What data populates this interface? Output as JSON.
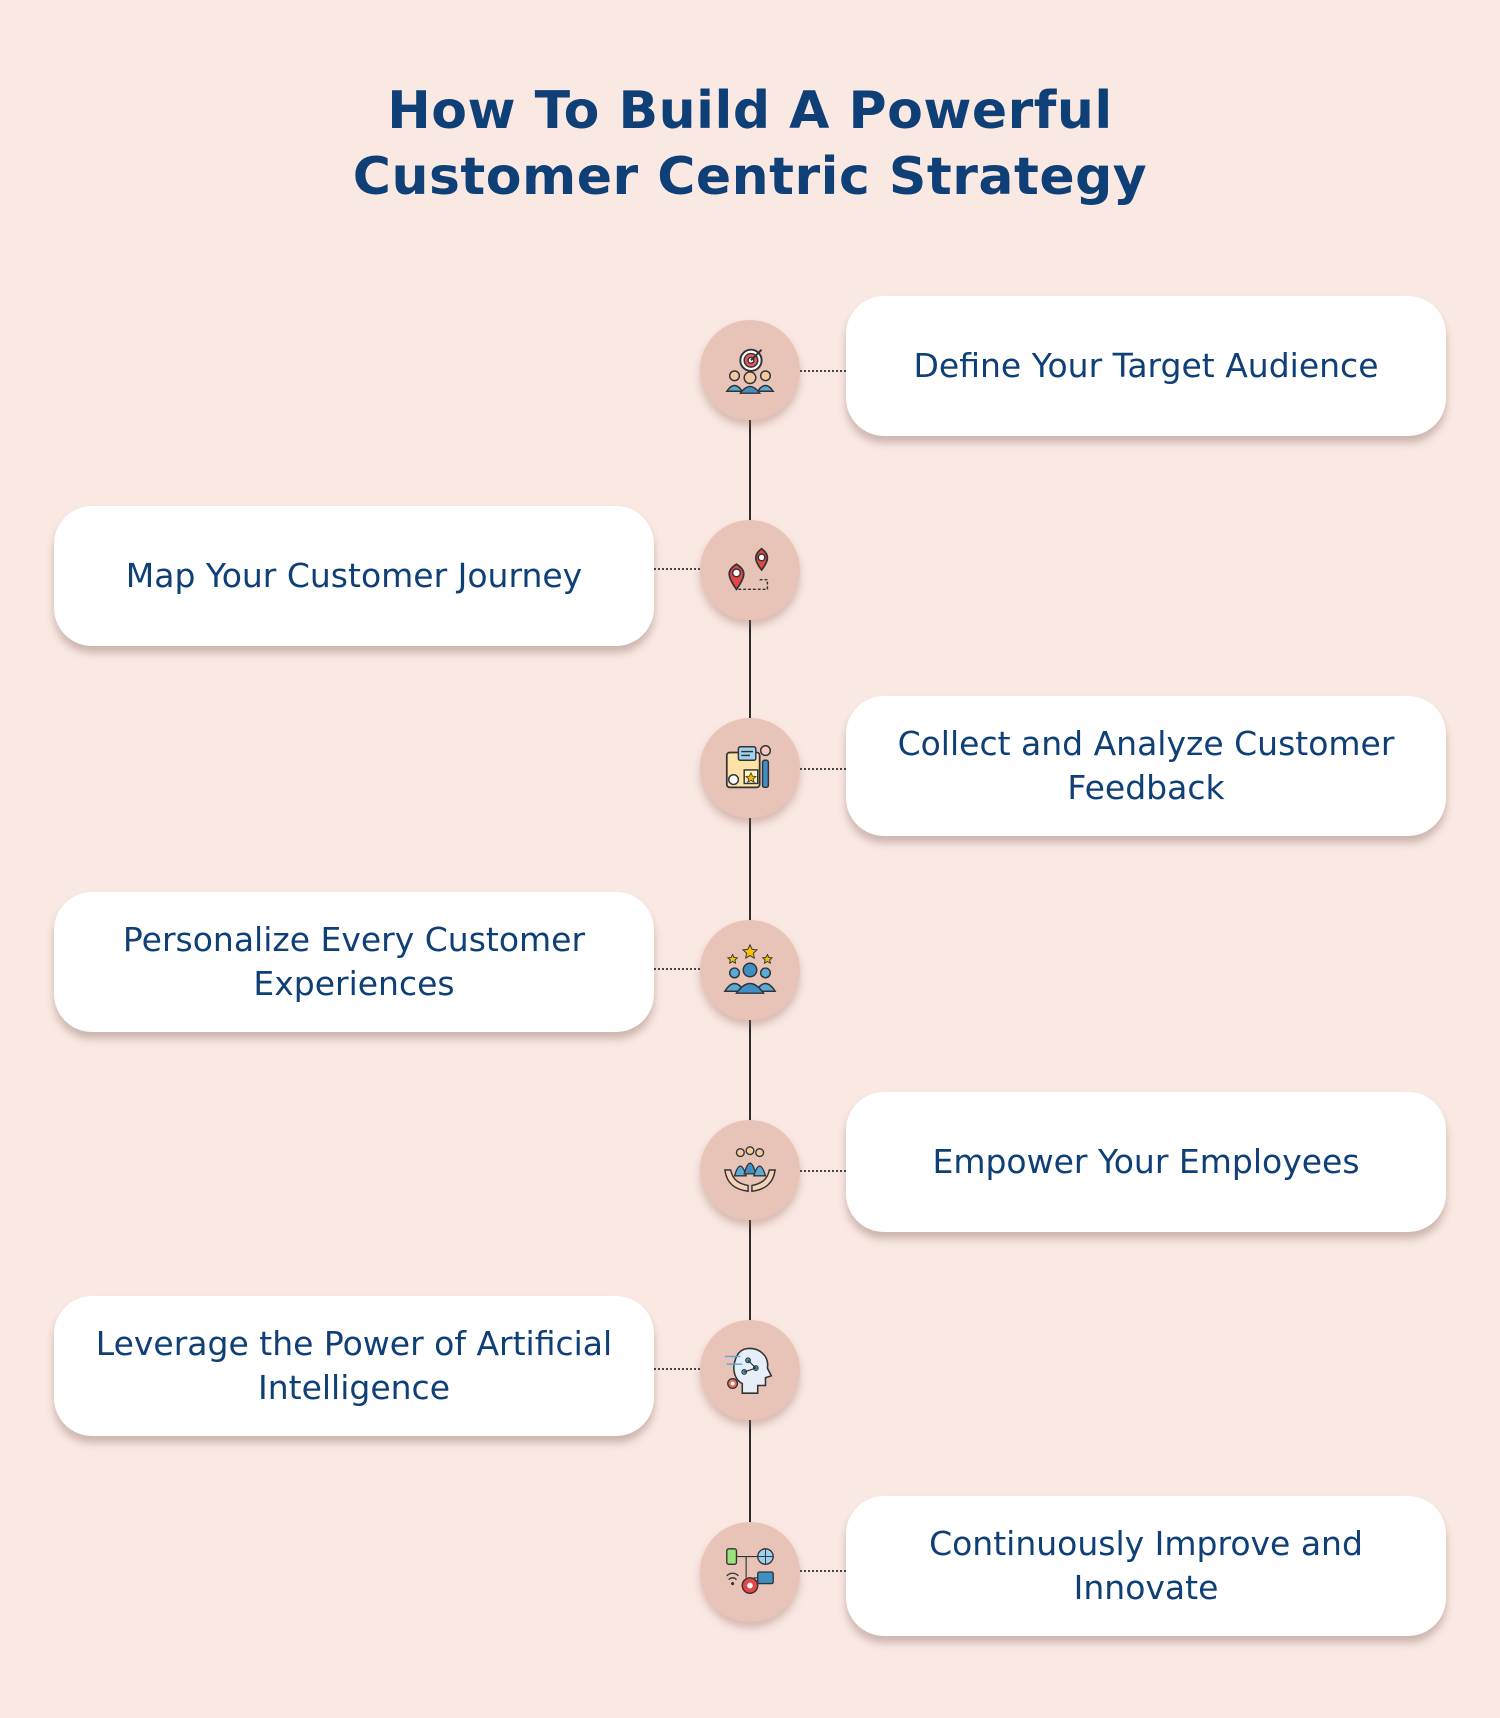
{
  "title": {
    "line1": "How To Build A Powerful",
    "line2": "Customer Centric Strategy"
  },
  "steps": [
    {
      "label": "Define Your Target Audience",
      "icon": "target-audience-icon",
      "side": "right"
    },
    {
      "label": "Map Your Customer Journey",
      "icon": "map-pins-icon",
      "side": "left"
    },
    {
      "label": "Collect and Analyze Customer Feedback",
      "icon": "feedback-board-icon",
      "side": "right"
    },
    {
      "label": "Personalize Every Customer Experiences",
      "icon": "people-stars-icon",
      "side": "left"
    },
    {
      "label": "Empower Your Employees",
      "icon": "hands-people-icon",
      "side": "right"
    },
    {
      "label": "Leverage the Power of Artificial Intelligence",
      "icon": "ai-head-icon",
      "side": "left"
    },
    {
      "label": "Continuously Improve and Innovate",
      "icon": "innovation-devices-icon",
      "side": "right"
    }
  ],
  "colors": {
    "background": "#fae8e3",
    "title": "#0e3f76",
    "node": "#e8c4b8",
    "card": "#ffffff"
  }
}
